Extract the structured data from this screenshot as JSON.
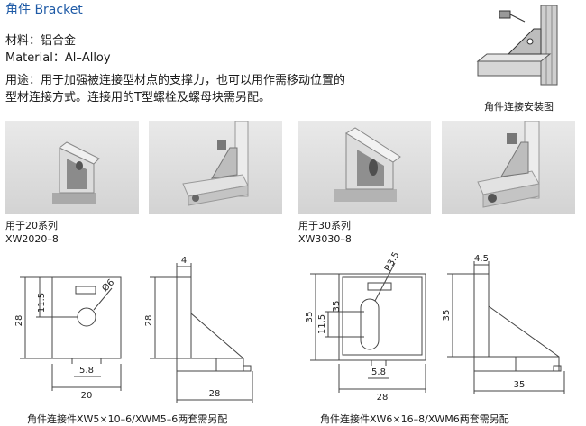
{
  "header": {
    "title": "角件 Bracket"
  },
  "material": {
    "cn": "材料：铝合金",
    "en": "Material：Al–Alloy"
  },
  "usage": {
    "line1": "用途：用于加强被连接型材点的支撑力，也可以用作需移动位置的",
    "line2": "型材连接方式。连接用的T型螺栓及螺母块需另配。"
  },
  "install_caption": "角件连接安装图",
  "products": [
    {
      "series": "用于20系列",
      "code": "XW2020–8"
    },
    {
      "series": "用于30系列",
      "code": "XW3030–8"
    }
  ],
  "drawing_left": {
    "dims": {
      "d1": "11.5",
      "d2": "Ø6",
      "d3": "28",
      "d4": "5.8",
      "d5": "20",
      "d6": "4",
      "d7": "28",
      "d8": "28"
    },
    "caption": "角件连接件XW5×10–6/XWM5–6两套需另配"
  },
  "drawing_right": {
    "dims": {
      "d1": "R3.5",
      "d2": "35",
      "d3": "11.5",
      "d4": "35",
      "d5": "5.8",
      "d6": "28",
      "d7": "4.5",
      "d8": "35",
      "d9": "35"
    },
    "caption": "角件连接件XW6×16–8/XWM6两套需另配"
  },
  "colors": {
    "title": "#1e5aa6",
    "line": "#444444",
    "photo_bg": "#dedede",
    "metal": "#c8c8c8"
  }
}
